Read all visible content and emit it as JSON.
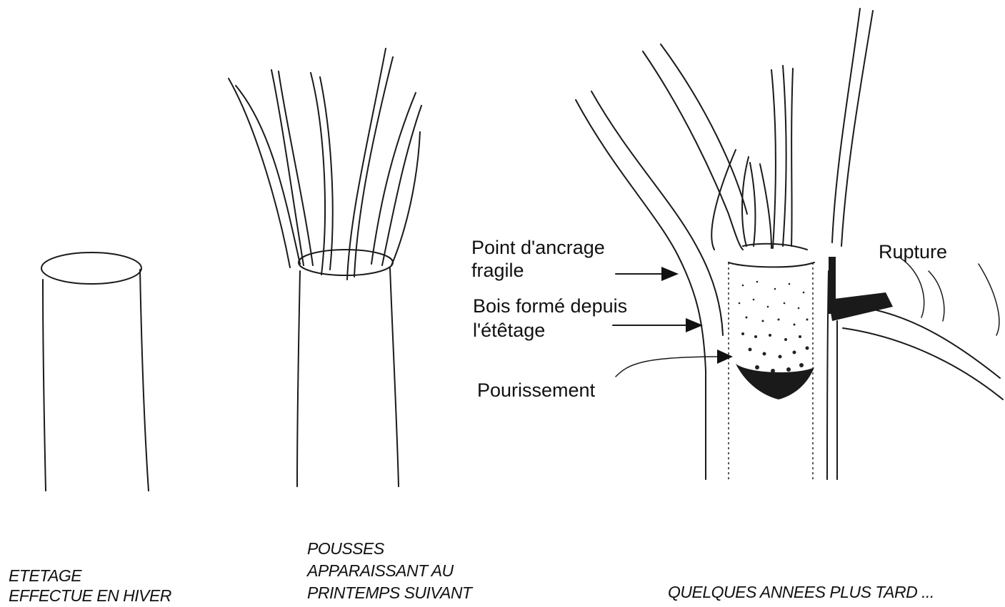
{
  "labels": {
    "point_ancrage_line1": "Point d'ancrage",
    "point_ancrage_line2": "fragile",
    "bois_forme_line1": "Bois formé depuis",
    "bois_forme_line2": "l'étêtage",
    "pourrissement": "Pourissement",
    "rupture": "Rupture"
  },
  "captions": {
    "stage1_line1": "ETETAGE",
    "stage1_line2": "EFFECTUE EN HIVER",
    "stage2_line1": "POUSSES",
    "stage2_line2": "APPARAISSANT AU",
    "stage2_line3": "PRINTEMPS SUIVANT",
    "stage3": "QUELQUES ANNEES PLUS TARD ..."
  }
}
